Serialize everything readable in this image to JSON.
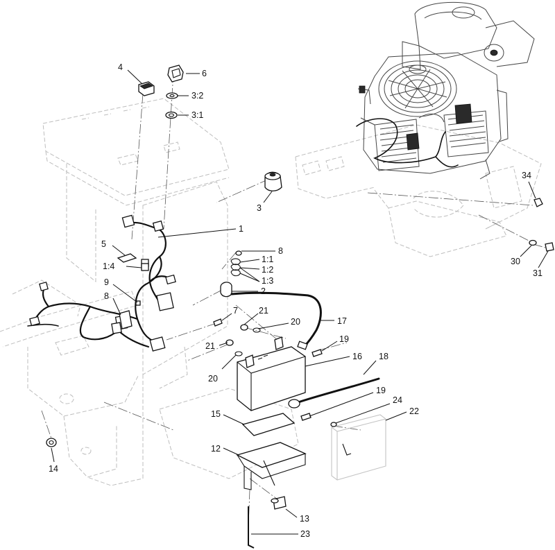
{
  "diagram": {
    "callouts": [
      {
        "id": "c4",
        "label": "4"
      },
      {
        "id": "c6",
        "label": "6"
      },
      {
        "id": "c3_2",
        "label": "3:2"
      },
      {
        "id": "c3_1",
        "label": "3:1"
      },
      {
        "id": "c3",
        "label": "3"
      },
      {
        "id": "c1",
        "label": "1"
      },
      {
        "id": "c5",
        "label": "5"
      },
      {
        "id": "c8a",
        "label": "8"
      },
      {
        "id": "c1_1",
        "label": "1:1"
      },
      {
        "id": "c1_2",
        "label": "1:2"
      },
      {
        "id": "c1_3",
        "label": "1:3"
      },
      {
        "id": "c1_4",
        "label": "1:4"
      },
      {
        "id": "c9",
        "label": "9"
      },
      {
        "id": "c2",
        "label": "2"
      },
      {
        "id": "c8b",
        "label": "8"
      },
      {
        "id": "c7",
        "label": "7"
      },
      {
        "id": "c21a",
        "label": "21"
      },
      {
        "id": "c20a",
        "label": "20"
      },
      {
        "id": "c17",
        "label": "17"
      },
      {
        "id": "c21b",
        "label": "21"
      },
      {
        "id": "c19a",
        "label": "19"
      },
      {
        "id": "c16",
        "label": "16"
      },
      {
        "id": "c18",
        "label": "18"
      },
      {
        "id": "c20b",
        "label": "20"
      },
      {
        "id": "c19b",
        "label": "19"
      },
      {
        "id": "c24",
        "label": "24"
      },
      {
        "id": "c22",
        "label": "22"
      },
      {
        "id": "c15",
        "label": "15"
      },
      {
        "id": "c12",
        "label": "12"
      },
      {
        "id": "c14",
        "label": "14"
      },
      {
        "id": "c13",
        "label": "13"
      },
      {
        "id": "c23",
        "label": "23"
      },
      {
        "id": "c34",
        "label": "34"
      },
      {
        "id": "c30",
        "label": "30"
      },
      {
        "id": "c31",
        "label": "31"
      }
    ]
  }
}
